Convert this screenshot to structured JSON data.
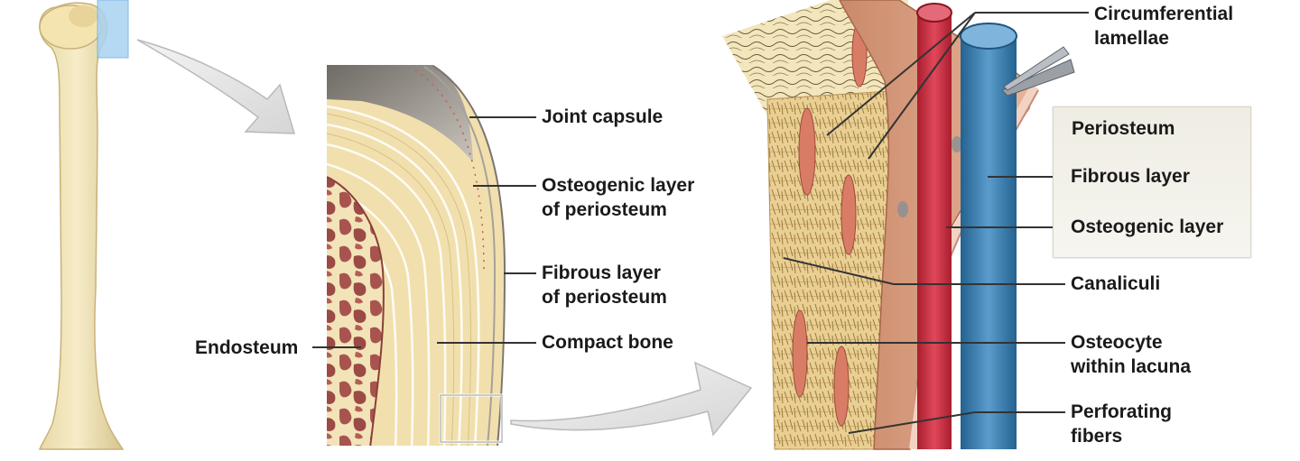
{
  "labels": {
    "joint_capsule": "Joint capsule",
    "osteogenic_periosteum": [
      "Osteogenic layer",
      "of periosteum"
    ],
    "fibrous_periosteum": [
      "Fibrous layer",
      "of periosteum"
    ],
    "compact_bone": "Compact bone",
    "endosteum": "Endosteum",
    "circumferential_lamellae": [
      "Circumferential",
      "lamellae"
    ],
    "canaliculi": "Canaliculi",
    "osteocyte": [
      "Osteocyte",
      "within lacuna"
    ],
    "perforating_fibers": [
      "Perforating",
      "fibers"
    ]
  },
  "periosteum_box": {
    "title": "Periosteum",
    "items": [
      "Fibrous layer",
      "Osteogenic layer"
    ]
  },
  "colors": {
    "bone": "#f1e4b8",
    "bone_dark": "#d9c48a",
    "marrow": "#a8544e",
    "periosteum_pink": "#e8a08c",
    "artery": "#c83242",
    "vein": "#3d7db5",
    "highlight_box": "#a9d3f2",
    "leader_line": "#333333"
  }
}
